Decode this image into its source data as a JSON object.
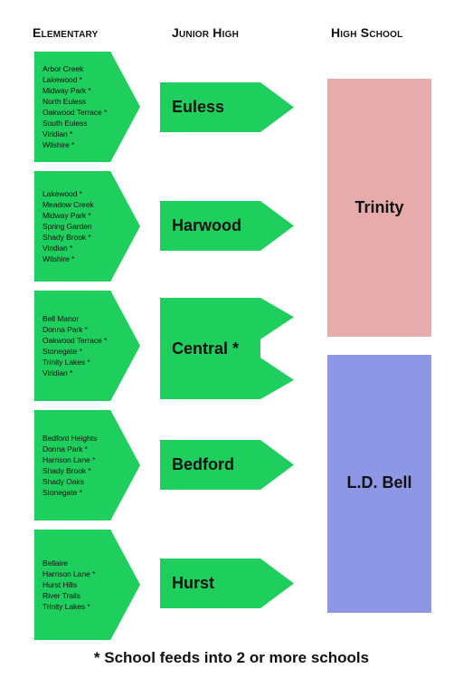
{
  "headers": {
    "elementary": "Elementary",
    "junior_high": "Junior High",
    "high_school": "High School"
  },
  "elementary_groups": [
    {
      "schools": [
        "Arbor Creek",
        "Lakewood *",
        "Midway Park *",
        "North Euless",
        "Oakwood Terrace *",
        "South Euless",
        "Viridian *",
        "Wilshire *"
      ]
    },
    {
      "schools": [
        "Lakewood *",
        "Meadow Creek",
        "Midway Park *",
        "Spring Garden",
        "Shady Brook *",
        "Viridian *",
        "Wilshire *"
      ]
    },
    {
      "schools": [
        "Bell Manor",
        "Donna Park *",
        "Oakwood Terrace *",
        "Stonegate *",
        "Trinity Lakes *",
        "Viridian *"
      ]
    },
    {
      "schools": [
        "Bedford Heights",
        "Donna Park *",
        "Harrison Lane *",
        "Shady Brook *",
        "Shady Oaks",
        "Stonegate *"
      ]
    },
    {
      "schools": [
        "Bellaire",
        "Harrison Lane *",
        "Hurst Hills",
        "River Trails",
        "Trinity Lakes *"
      ]
    }
  ],
  "junior_highs": [
    "Euless",
    "Harwood",
    "Central *",
    "Bedford",
    "Hurst"
  ],
  "high_schools": [
    "Trinity",
    "L.D. Bell"
  ],
  "footnote": "* School feeds into 2 or more schools",
  "colors": {
    "arrow_green": "#1ecf5e",
    "trinity_pink": "#e6acac",
    "ldbell_blue": "#8e97e6"
  }
}
